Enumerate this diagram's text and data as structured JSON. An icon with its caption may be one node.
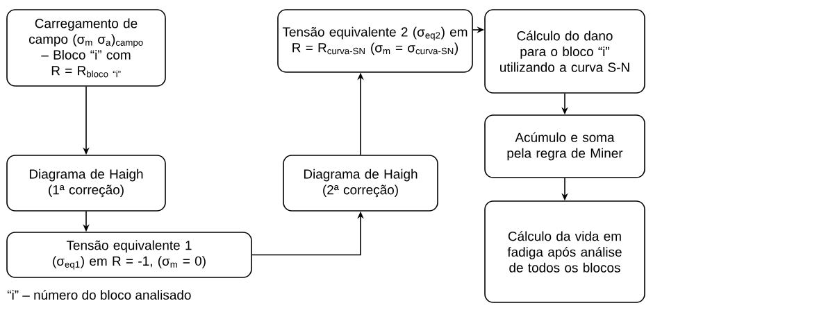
{
  "diagram": {
    "nodes": [
      {
        "text": [
          "Carregamento de campo (σ$_{m}$ σ$_{a}$)$_{campo}$ – Bloco “i” com",
          "\\text{R = R}_{\\text{bloco “i”}}"
        ]
      },
      {
        "text": [
          "Diagrama de Haigh (1ª correção)"
        ]
      },
      {
        "text": [
          "Tensão equivalente 1 (σ$_{eq1}$) em R = -1, (σ$_{m}$ = 0)"
        ]
      },
      {
        "text": [
          "Diagrama de Haigh (2ª correção)"
        ]
      },
      {
        "text": [
          "Tensão equivalente 2 (σ$_{eq2}$) em R = R$_{curva-SN}$ (σ$_{m}$ = σ$_{curva-SN}$)"
        ]
      },
      {
        "text": [
          "Cálculo do dano para o bloco “i” utilizando a curva S-N"
        ]
      },
      {
        "text": [
          "Acúmulo e soma pela regra de Miner"
        ]
      },
      {
        "text": [
          "Cálculo da vida em fadiga após análise de todos os blocos"
        ]
      }
    ],
    "edges": [
      {
        "from": 0,
        "to": 1,
        "arrow": "to"
      },
      {
        "from": 1,
        "to": 2,
        "arrow": "to"
      },
      {
        "from": 2,
        "to": 3,
        "arrow": "to"
      },
      {
        "from": 3,
        "to": 4,
        "arrow": "to"
      },
      {
        "from": 4,
        "to": 5,
        "arrow": "to"
      },
      {
        "from": 5,
        "to": 6,
        "arrow": "to"
      },
      {
        "from": 6,
        "to": 7,
        "arrow": "to"
      }
    ],
    "labels": [
      "“i” – número do bloco analisado"
    ]
  }
}
